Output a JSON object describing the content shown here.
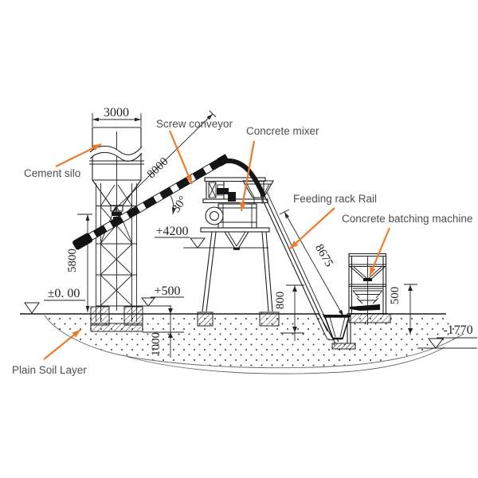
{
  "diagram": {
    "title_semantic": "Concrete batching plant elevation diagram",
    "labels": {
      "cement_silo": "Cement silo",
      "screw_conveyor": "Screw conveyor",
      "concrete_mixer": "Concrete mixer",
      "feeding_rack_rail": "Feeding rack Rail",
      "concrete_batching_machine": "Concrete batching machine",
      "plain_soil_layer": "Plain Soil Layer"
    },
    "dimensions": {
      "silo_width": "3000",
      "screw_conveyor_length": "8000",
      "screw_conveyor_angle": "30°",
      "mixer_platform_level": "+4200",
      "silo_tower_height": "5800",
      "ground_level": "±0. 00",
      "foundation_top_level": "+500",
      "foundation_depth": "1000",
      "pit_dim": "800",
      "feeding_rail_length": "8675",
      "batching_foundation_dim": "500",
      "pit_bottom_level": "-1770"
    },
    "colors": {
      "callout_orange": "#ee7b2a",
      "line_black": "#1c1c1c",
      "label_gray": "#4d4d4d"
    }
  }
}
